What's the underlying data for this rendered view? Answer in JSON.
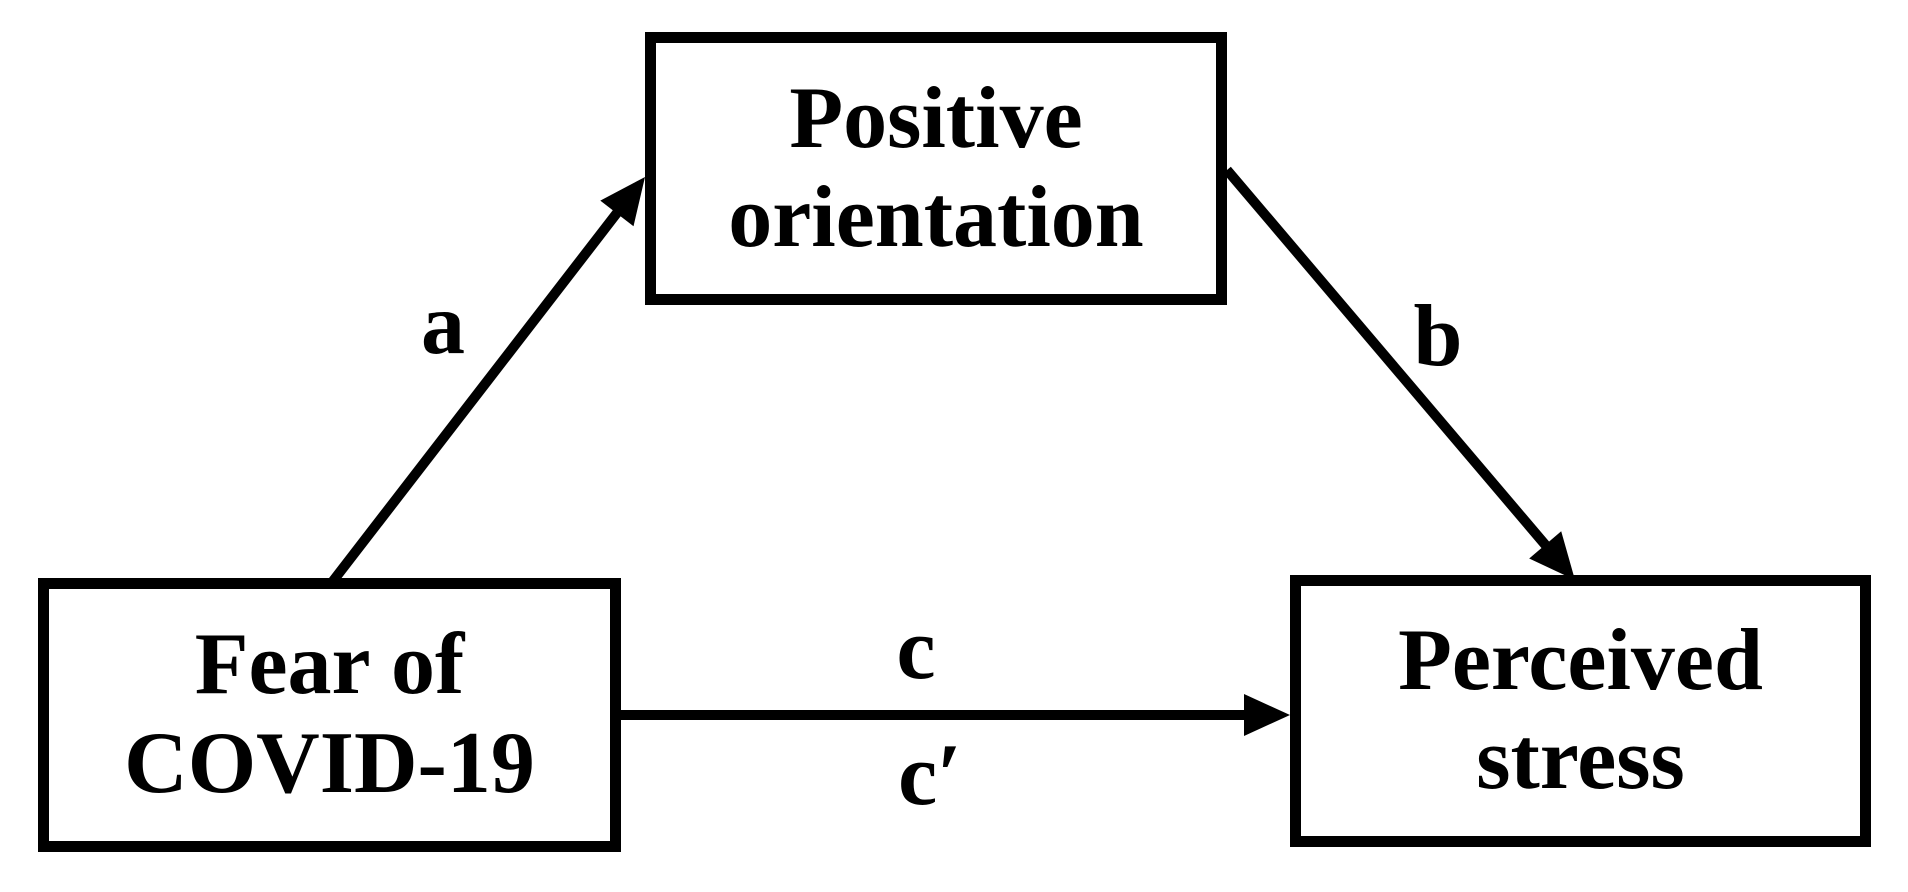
{
  "figure": {
    "colors": {
      "background": "#ffffff",
      "ink": "#000000",
      "box_fill": "#ffffff"
    },
    "nodes": {
      "positive_orientation": {
        "line1": "Positive",
        "line2": "orientation"
      },
      "fear_of_covid": {
        "line1": "Fear of",
        "line2": "COVID-19"
      },
      "perceived_stress": {
        "line1": "Perceived",
        "line2": "stress"
      }
    },
    "path_labels": {
      "a": "a",
      "b": "b",
      "c": "c",
      "c_prime": "c′"
    }
  }
}
